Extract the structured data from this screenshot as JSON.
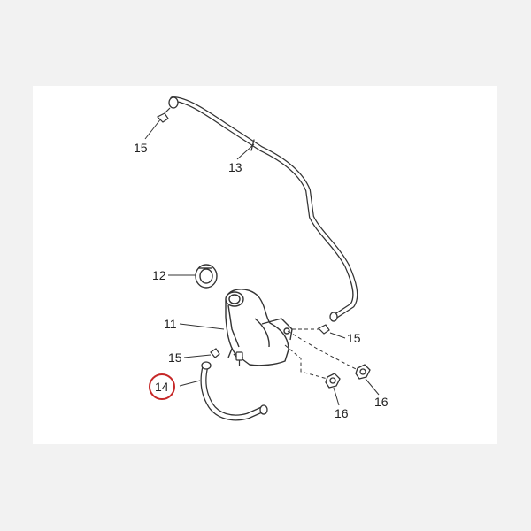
{
  "diagram": {
    "callouts": [
      {
        "id": "c15a",
        "text": "15"
      },
      {
        "id": "c13",
        "text": "13"
      },
      {
        "id": "c12",
        "text": "12"
      },
      {
        "id": "c11",
        "text": "11"
      },
      {
        "id": "c15b",
        "text": "15"
      },
      {
        "id": "c15c",
        "text": "15"
      },
      {
        "id": "c14",
        "text": "14"
      },
      {
        "id": "c16a",
        "text": "16"
      },
      {
        "id": "c16b",
        "text": "16"
      }
    ],
    "highlight": {
      "callout": "14",
      "color": "#c62828"
    },
    "line_color": "#333333"
  }
}
